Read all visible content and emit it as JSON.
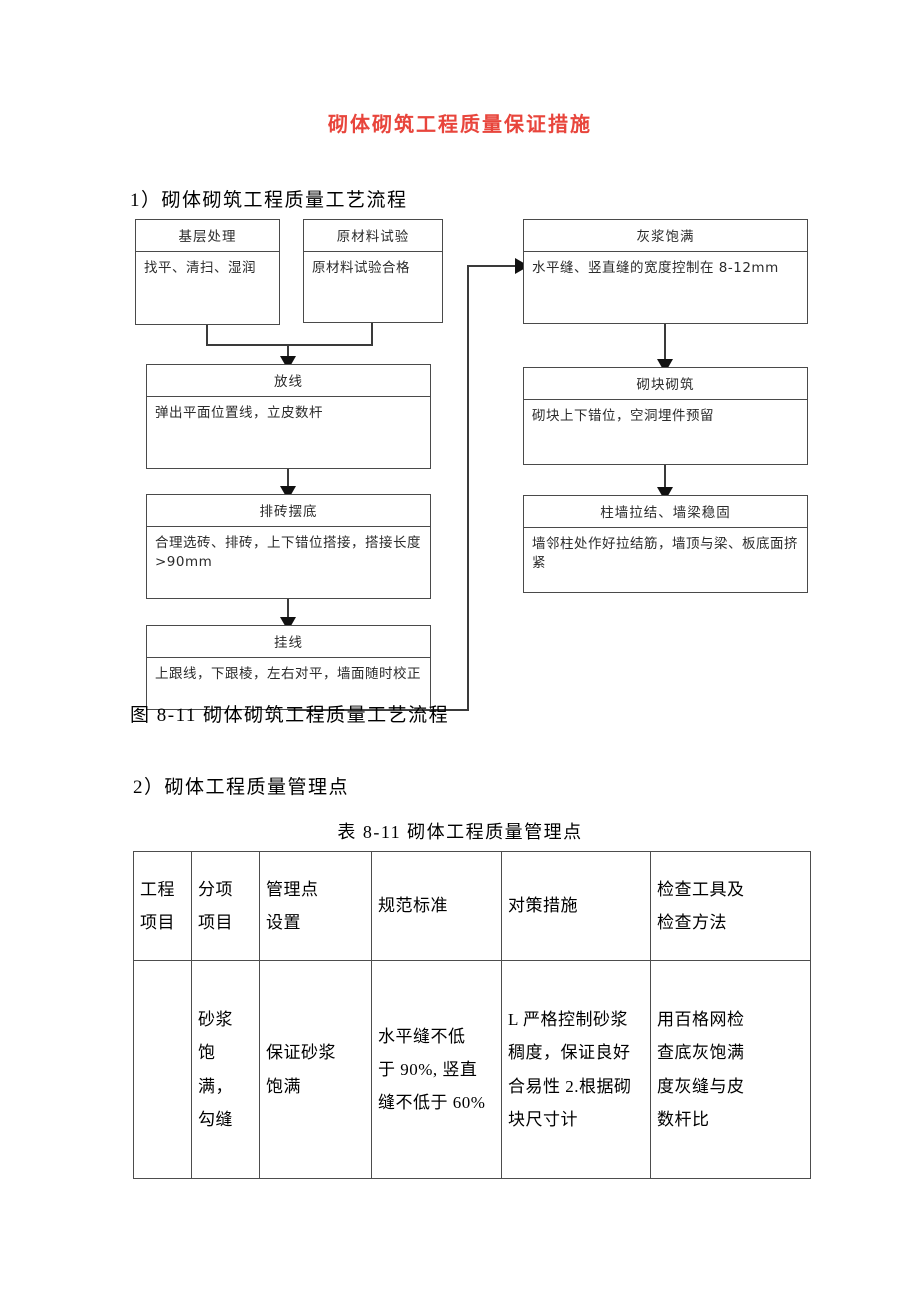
{
  "document": {
    "title": "砌体砌筑工程质量保证措施",
    "title_color": "#e8453c",
    "section_1": "1）砌体砌筑工程质量工艺流程",
    "section_2": "2）砌体工程质量管理点",
    "figure_caption": "图 8-11 砌体砌筑工程质量工艺流程",
    "table_caption": "表 8-11 砌体工程质量管理点"
  },
  "flowchart": {
    "nodes": {
      "base": {
        "title": "基层处理",
        "body": "找平、清扫、湿润"
      },
      "material": {
        "title": "原材料试验",
        "body": "原材料试验合格"
      },
      "layout": {
        "title": "放线",
        "body": "弹出平面位置线，立皮数杆"
      },
      "arrange": {
        "title": "排砖摆底",
        "body": "合理选砖、排砖，上下错位搭接，搭接长度>90mm"
      },
      "line": {
        "title": "挂线",
        "body": "上跟线，下跟棱，左右对平，墙面随时校正"
      },
      "mortar": {
        "title": "灰浆饱满",
        "body": "水平缝、竖直缝的宽度控制在 8-12mm"
      },
      "block": {
        "title": "砌块砌筑",
        "body": "砌块上下错位，空洞埋件预留"
      },
      "tie": {
        "title": "柱墙拉结、墙梁稳固",
        "body": "墙邻柱处作好拉结筋，墙顶与梁、板底面挤紧"
      }
    }
  },
  "table": {
    "headers": {
      "col_a_1": "工程",
      "col_a_2": "项目",
      "col_b_1": "分项",
      "col_b_2": "项目",
      "col_c_1": "管理点",
      "col_c_2": "设置",
      "col_d": "规范标准",
      "col_e": "对策措施",
      "col_f_1": "检查工具及",
      "col_f_2": "检查方法"
    },
    "row1": {
      "col_a": "",
      "col_b_1": "砂浆",
      "col_b_2": "饱",
      "col_b_3": "满，",
      "col_b_4": "勾缝",
      "col_c_1": "保证砂浆",
      "col_c_2": "饱满",
      "col_d_1": "水平缝不低",
      "col_d_2": "于 90%, 竖直",
      "col_d_3": "缝不低于 60%",
      "col_e_1": "L 严格控制砂浆",
      "col_e_2": "稠度，保证良好",
      "col_e_3": "合易性 2.根据砌",
      "col_e_4": "块尺寸计",
      "col_f_1": "用百格网检",
      "col_f_2": "查底灰饱满",
      "col_f_3": "度灰缝与皮",
      "col_f_4": "数杆比"
    }
  }
}
